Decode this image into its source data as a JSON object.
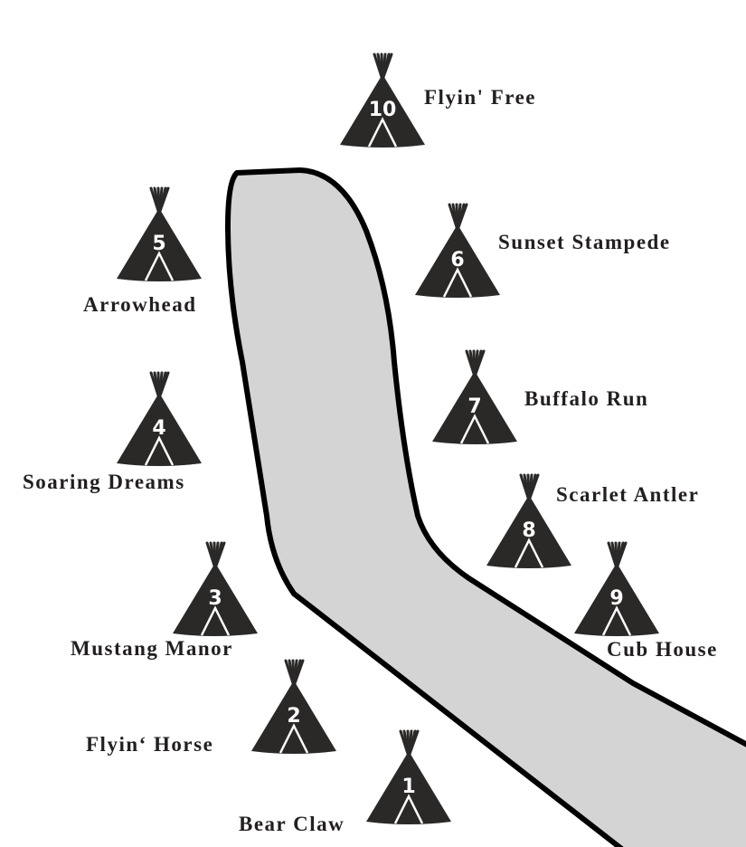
{
  "map": {
    "colors": {
      "tipi": "#2b2928",
      "path_fill": "#d4d4d4",
      "path_stroke": "#000000",
      "label": "#231f20",
      "background": "#ffffff"
    },
    "icon": "tipi-icon",
    "sites": [
      {
        "number": "1",
        "name": "Bear Claw"
      },
      {
        "number": "2",
        "name": "Flyin‘ Horse"
      },
      {
        "number": "3",
        "name": "Mustang Manor"
      },
      {
        "number": "4",
        "name": "Soaring Dreams"
      },
      {
        "number": "5",
        "name": "Arrowhead"
      },
      {
        "number": "6",
        "name": "Sunset Stampede"
      },
      {
        "number": "7",
        "name": "Buffalo Run"
      },
      {
        "number": "8",
        "name": "Scarlet Antler"
      },
      {
        "number": "9",
        "name": "Cub House"
      },
      {
        "number": "10",
        "name": "Flyin' Free"
      }
    ]
  }
}
